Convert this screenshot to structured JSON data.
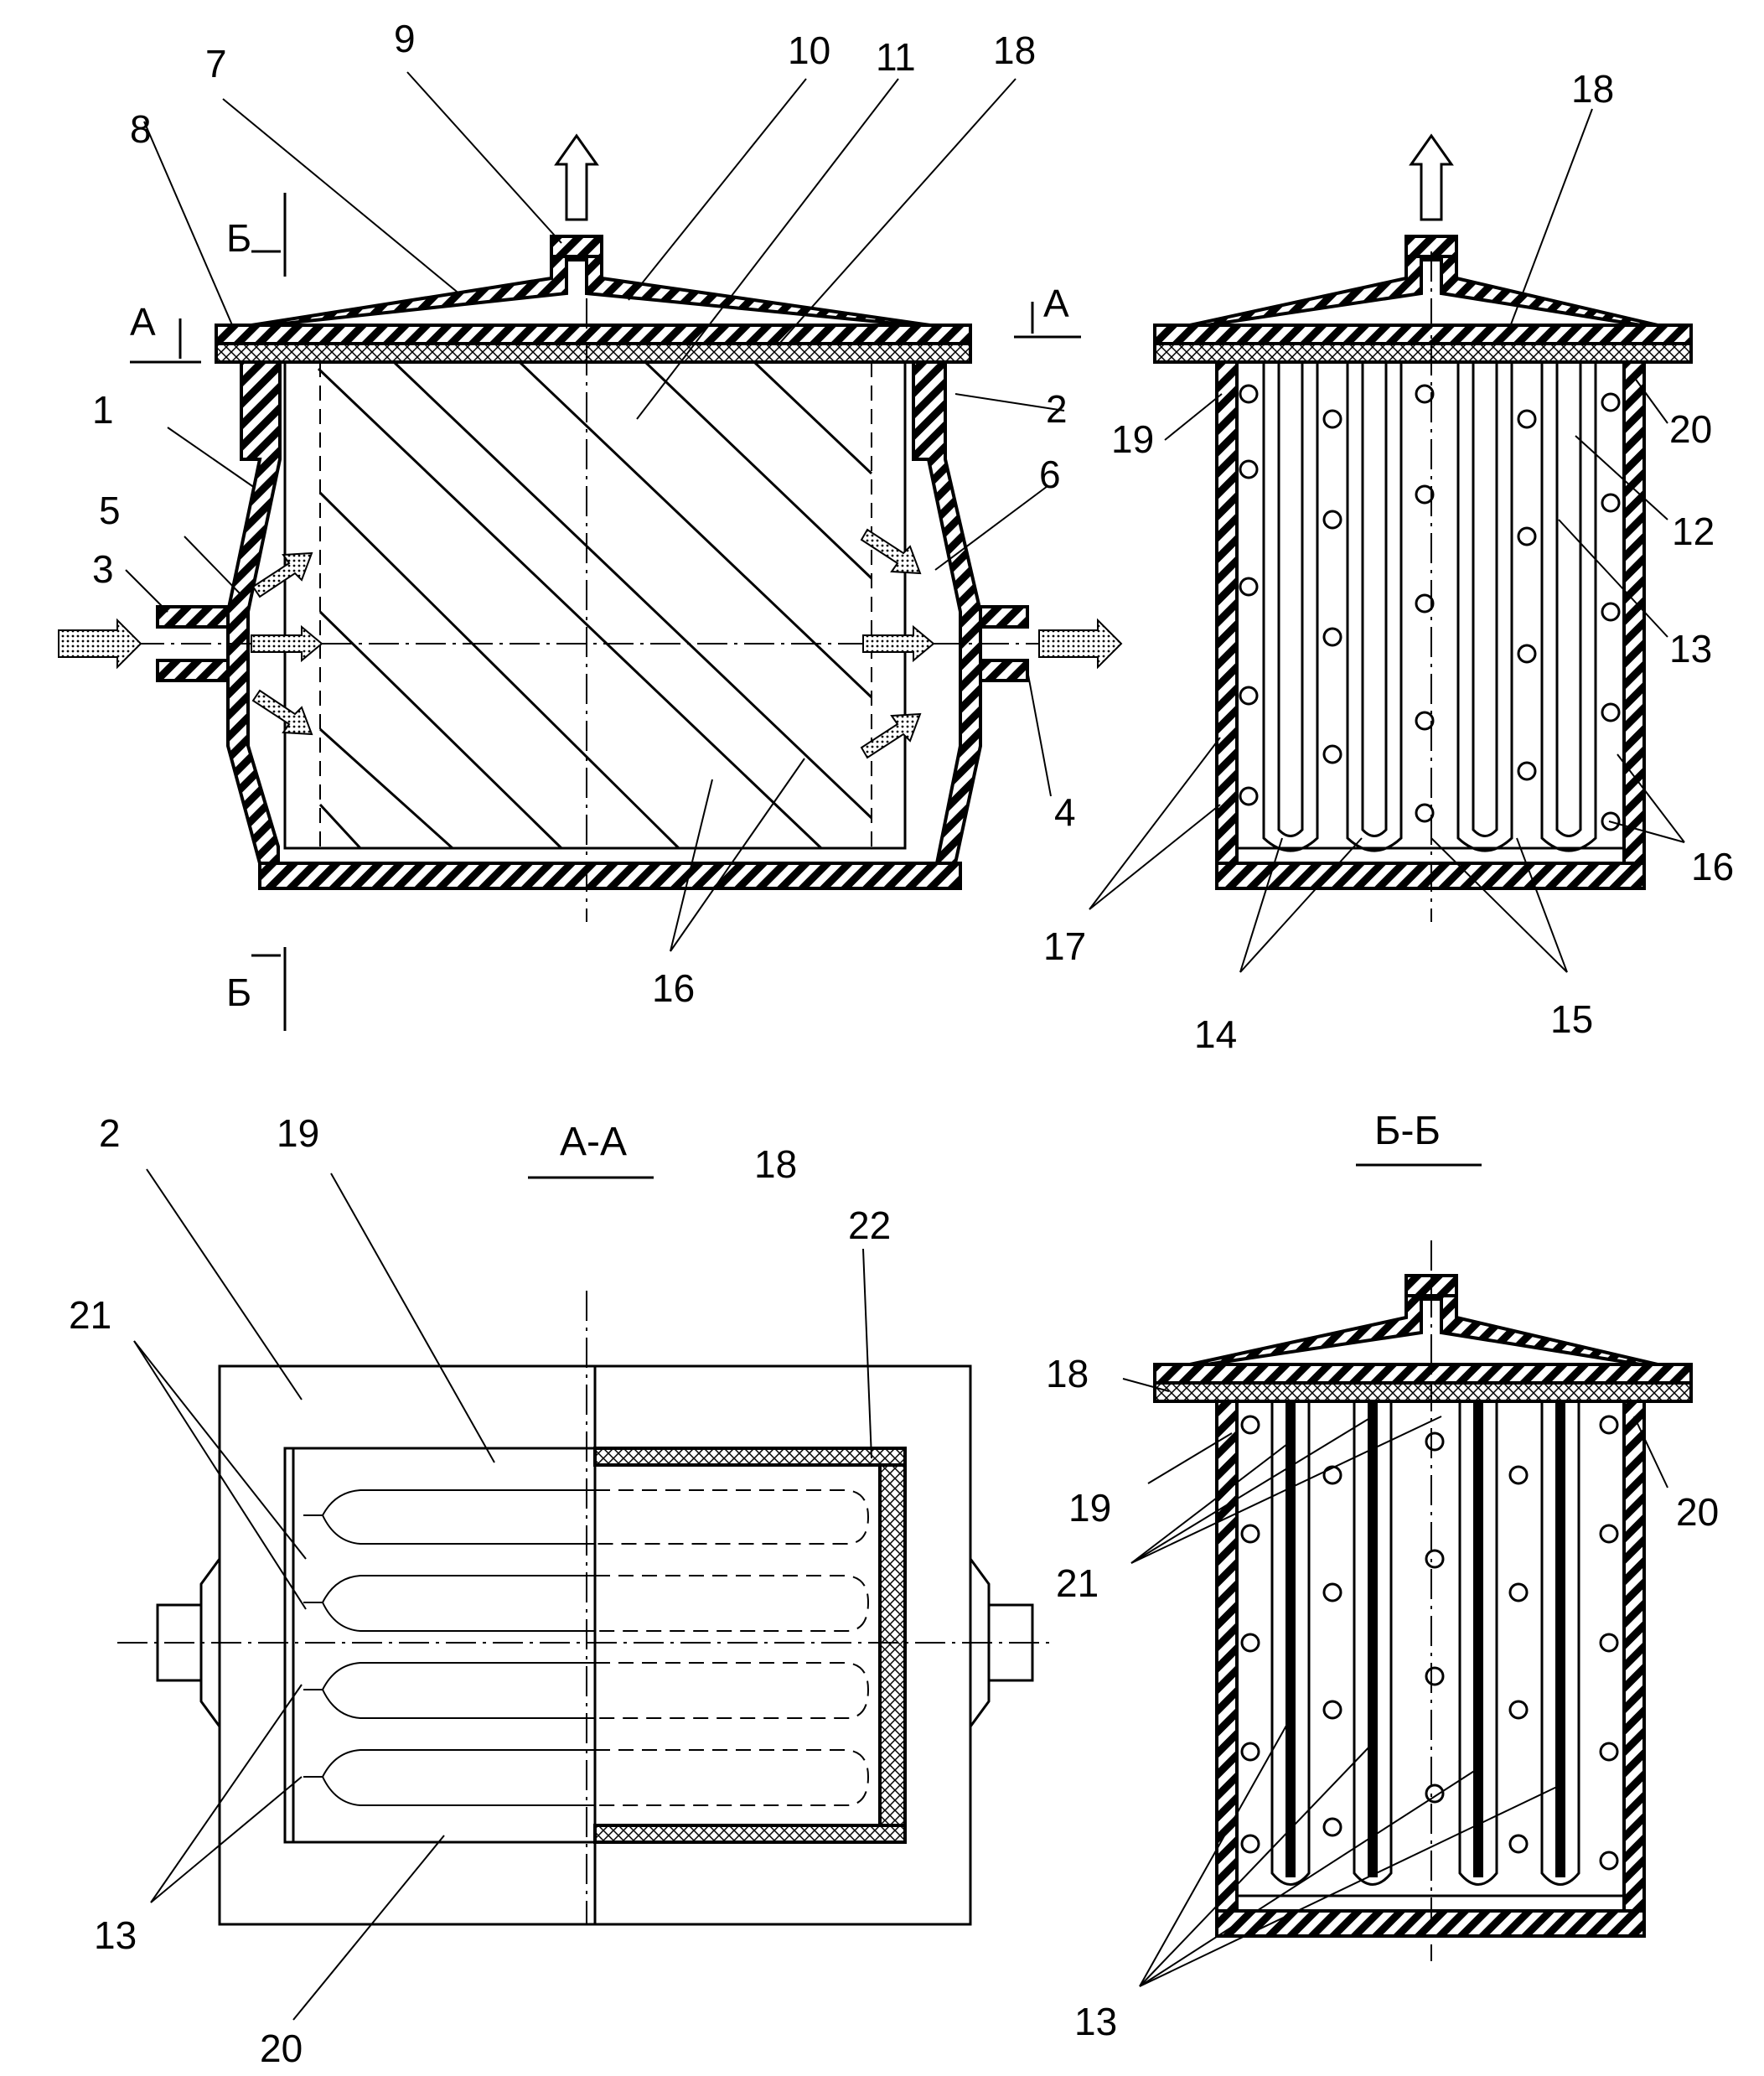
{
  "labels": {
    "n1": "1",
    "n2": "2",
    "n3": "3",
    "n4": "4",
    "n5": "5",
    "n6": "6",
    "n7": "7",
    "n8": "8",
    "n9": "9",
    "n10": "10",
    "n11": "11",
    "n12": "12",
    "n13": "13",
    "n14": "14",
    "n15": "15",
    "n16": "16",
    "n17": "17",
    "n18": "18",
    "n19": "19",
    "n20": "20",
    "n21": "21",
    "n22": "22"
  },
  "section_marks": {
    "a": "А",
    "b": "Б"
  },
  "view_titles": {
    "aa": "А-А",
    "bb": "Б-Б"
  }
}
